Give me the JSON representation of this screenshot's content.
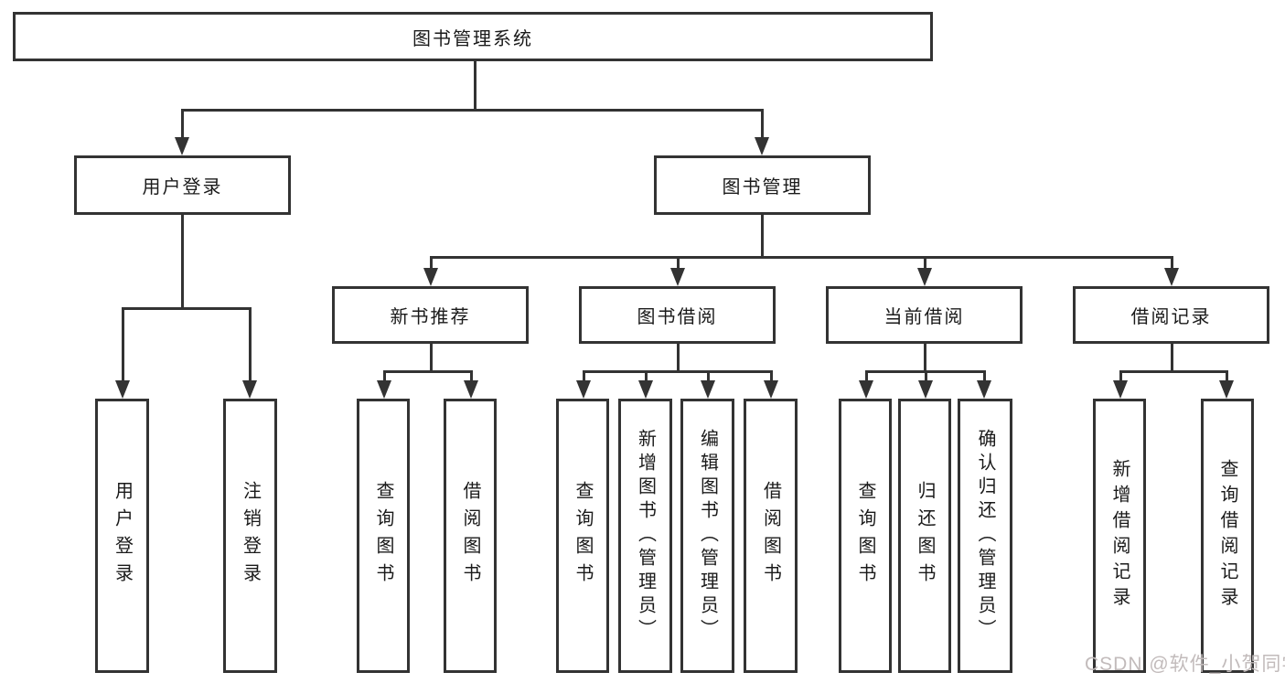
{
  "tree": {
    "label": "图书管理系统",
    "children": [
      {
        "label": "用户登录",
        "children": [
          {
            "label": "用户登录"
          },
          {
            "label": "注销登录"
          }
        ]
      },
      {
        "label": "图书管理",
        "children": [
          {
            "label": "新书推荐",
            "children": [
              {
                "label": "查询图书"
              },
              {
                "label": "借阅图书"
              }
            ]
          },
          {
            "label": "图书借阅",
            "children": [
              {
                "label": "查询图书"
              },
              {
                "label": "新增图书（管理员）"
              },
              {
                "label": "编辑图书（管理员）"
              },
              {
                "label": "借阅图书"
              }
            ]
          },
          {
            "label": "当前借阅",
            "children": [
              {
                "label": "查询图书"
              },
              {
                "label": "归还图书"
              },
              {
                "label": "确认归还（管理员）"
              }
            ]
          },
          {
            "label": "借阅记录",
            "children": [
              {
                "label": "新增借阅记录"
              },
              {
                "label": "查询借阅记录"
              }
            ]
          }
        ]
      }
    ]
  },
  "watermark": {
    "text": "CSDN @软件_小贺同学",
    "color": "#c2bbbb"
  },
  "colors": {
    "line": "#333333",
    "text": "#1a1a1a",
    "background": "#ffffff"
  }
}
